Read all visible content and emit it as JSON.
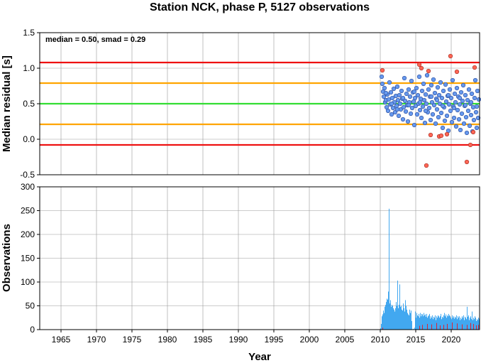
{
  "chart_data": [
    {
      "type": "scatter",
      "title": "Station NCK, phase P, 5127 observations",
      "xlabel": "",
      "ylabel": "Median residual [s]",
      "xlim": [
        1962,
        2024
      ],
      "ylim": [
        -0.5,
        1.5
      ],
      "yticks": [
        "-0.5",
        "0.0",
        "0.5",
        "1.0",
        "1.5"
      ],
      "annotation": "median = 0.50, smad = 0.29",
      "reference_lines": [
        {
          "y": 0.5,
          "color": "#33dd33",
          "role": "median"
        },
        {
          "y": 0.79,
          "color": "#ffa500",
          "role": "median + 1 smad"
        },
        {
          "y": 0.21,
          "color": "#ffa500",
          "role": "median - 1 smad"
        },
        {
          "y": 1.08,
          "color": "#ee1111",
          "role": "median + 2 smad"
        },
        {
          "y": -0.08,
          "color": "#ee1111",
          "role": "median - 2 smad"
        }
      ],
      "colors": {
        "inlier": "#6699ee",
        "outlier": "#ff6655"
      },
      "series": [
        {
          "values": [
            [
              2010.2,
              0.88
            ],
            [
              2010.3,
              0.78
            ],
            [
              2010.4,
              0.67
            ],
            [
              2010.5,
              0.6
            ],
            [
              2010.6,
              0.72
            ],
            [
              2010.7,
              0.52
            ],
            [
              2010.8,
              0.55
            ],
            [
              2010.9,
              0.45
            ],
            [
              2011.0,
              0.63
            ],
            [
              2011.1,
              0.4
            ],
            [
              2011.2,
              0.56
            ],
            [
              2011.3,
              0.8
            ],
            [
              2011.4,
              0.49
            ],
            [
              2011.5,
              0.66
            ],
            [
              2011.6,
              0.35
            ],
            [
              2011.7,
              0.58
            ],
            [
              2011.8,
              0.44
            ],
            [
              2011.9,
              0.71
            ],
            [
              2012.0,
              0.52
            ],
            [
              2012.1,
              0.38
            ],
            [
              2012.2,
              0.61
            ],
            [
              2012.3,
              0.47
            ],
            [
              2012.4,
              0.74
            ],
            [
              2012.5,
              0.55
            ],
            [
              2012.6,
              0.33
            ],
            [
              2012.7,
              0.62
            ],
            [
              2012.8,
              0.5
            ],
            [
              2012.9,
              0.42
            ],
            [
              2013.0,
              0.68
            ],
            [
              2013.1,
              0.57
            ],
            [
              2013.2,
              0.28
            ],
            [
              2013.3,
              0.45
            ],
            [
              2013.4,
              0.86
            ],
            [
              2013.5,
              0.54
            ],
            [
              2013.6,
              0.39
            ],
            [
              2013.7,
              0.64
            ],
            [
              2013.8,
              0.48
            ],
            [
              2013.9,
              0.25
            ],
            [
              2014.0,
              0.7
            ],
            [
              2014.1,
              0.52
            ],
            [
              2014.2,
              0.6
            ],
            [
              2014.3,
              0.36
            ],
            [
              2014.4,
              0.82
            ],
            [
              2014.5,
              0.44
            ],
            [
              2014.6,
              0.66
            ],
            [
              2014.7,
              0.53
            ],
            [
              2014.8,
              0.2
            ],
            [
              2014.9,
              0.58
            ],
            [
              2015.0,
              0.47
            ],
            [
              2015.1,
              0.72
            ],
            [
              2015.2,
              0.35
            ],
            [
              2015.3,
              0.62
            ],
            [
              2015.4,
              0.5
            ],
            [
              2015.5,
              0.88
            ],
            [
              2015.6,
              0.41
            ],
            [
              2015.7,
              0.57
            ],
            [
              2015.8,
              0.3
            ],
            [
              2015.9,
              0.68
            ],
            [
              2016.0,
              0.46
            ],
            [
              2016.1,
              0.78
            ],
            [
              2016.2,
              0.55
            ],
            [
              2016.3,
              0.23
            ],
            [
              2016.4,
              0.63
            ],
            [
              2016.5,
              0.5
            ],
            [
              2016.6,
              0.9
            ],
            [
              2016.7,
              0.38
            ],
            [
              2016.8,
              0.7
            ],
            [
              2016.9,
              0.44
            ],
            [
              2017.0,
              0.6
            ],
            [
              2017.1,
              0.27
            ],
            [
              2017.2,
              0.76
            ],
            [
              2017.3,
              0.52
            ],
            [
              2017.4,
              0.35
            ],
            [
              2017.5,
              0.84
            ],
            [
              2017.6,
              0.48
            ],
            [
              2017.7,
              0.65
            ],
            [
              2017.8,
              0.22
            ],
            [
              2017.9,
              0.57
            ],
            [
              2018.0,
              0.42
            ],
            [
              2018.1,
              0.73
            ],
            [
              2018.2,
              0.31
            ],
            [
              2018.3,
              0.62
            ],
            [
              2018.4,
              0.5
            ],
            [
              2018.5,
              0.8
            ],
            [
              2018.6,
              0.37
            ],
            [
              2018.7,
              0.58
            ],
            [
              2018.8,
              0.16
            ],
            [
              2018.9,
              0.68
            ],
            [
              2019.0,
              0.45
            ],
            [
              2019.1,
              0.26
            ],
            [
              2019.2,
              0.77
            ],
            [
              2019.3,
              0.53
            ],
            [
              2019.4,
              0.33
            ],
            [
              2019.5,
              0.61
            ],
            [
              2019.6,
              0.12
            ],
            [
              2019.7,
              0.49
            ],
            [
              2019.8,
              0.7
            ],
            [
              2019.9,
              0.4
            ],
            [
              2020.0,
              0.58
            ],
            [
              2020.1,
              0.24
            ],
            [
              2020.2,
              0.83
            ],
            [
              2020.3,
              0.46
            ],
            [
              2020.4,
              0.3
            ],
            [
              2020.5,
              0.64
            ],
            [
              2020.6,
              0.52
            ],
            [
              2020.7,
              0.18
            ],
            [
              2020.8,
              0.72
            ],
            [
              2020.9,
              0.41
            ],
            [
              2021.0,
              0.6
            ],
            [
              2021.1,
              0.28
            ],
            [
              2021.2,
              0.49
            ],
            [
              2021.3,
              0.13
            ],
            [
              2021.4,
              0.66
            ],
            [
              2021.5,
              0.36
            ],
            [
              2021.6,
              0.54
            ],
            [
              2021.7,
              0.76
            ],
            [
              2021.8,
              0.22
            ],
            [
              2021.9,
              0.47
            ],
            [
              2022.0,
              0.62
            ],
            [
              2022.1,
              0.31
            ],
            [
              2022.2,
              0.09
            ],
            [
              2022.3,
              0.55
            ],
            [
              2022.4,
              0.4
            ],
            [
              2022.5,
              0.7
            ],
            [
              2022.6,
              0.19
            ],
            [
              2022.7,
              0.5
            ],
            [
              2022.8,
              0.34
            ],
            [
              2022.9,
              0.64
            ],
            [
              2023.0,
              0.11
            ],
            [
              2023.1,
              0.45
            ],
            [
              2023.2,
              0.27
            ],
            [
              2023.3,
              0.58
            ],
            [
              2023.4,
              0.83
            ],
            [
              2023.5,
              0.38
            ],
            [
              2023.6,
              0.16
            ],
            [
              2023.7,
              0.68
            ],
            [
              2023.8,
              0.3
            ],
            [
              2023.9,
              0.56
            ],
            [
              2010.8,
              0.65
            ],
            [
              2011.6,
              0.5
            ],
            [
              2012.4,
              0.42
            ],
            [
              2013.2,
              0.58
            ],
            [
              2014.0,
              0.48
            ],
            [
              2014.8,
              0.67
            ],
            [
              2015.6,
              0.52
            ],
            [
              2016.4,
              0.4
            ],
            [
              2017.2,
              0.6
            ],
            [
              2018.0,
              0.55
            ],
            [
              2018.8,
              0.47
            ],
            [
              2019.6,
              0.62
            ],
            [
              2020.4,
              0.44
            ],
            [
              2021.2,
              0.58
            ],
            [
              2022.0,
              0.48
            ],
            [
              2022.8,
              0.52
            ],
            [
              2023.6,
              0.46
            ]
          ]
        },
        {
          "values": [
            [
              2010.3,
              0.97
            ],
            [
              2015.5,
              1.05
            ],
            [
              2015.8,
              1.0
            ],
            [
              2016.5,
              -0.37
            ],
            [
              2016.8,
              0.96
            ],
            [
              2017.1,
              0.06
            ],
            [
              2018.3,
              0.04
            ],
            [
              2018.6,
              0.05
            ],
            [
              2019.4,
              0.07
            ],
            [
              2019.9,
              1.17
            ],
            [
              2020.8,
              0.95
            ],
            [
              2022.2,
              -0.32
            ],
            [
              2022.7,
              -0.08
            ],
            [
              2023.1,
              0.1
            ],
            [
              2023.3,
              1.01
            ]
          ]
        }
      ]
    },
    {
      "type": "bar",
      "xlabel": "Year",
      "ylabel": "Observations",
      "xlim": [
        1962,
        2024
      ],
      "ylim": [
        0,
        300
      ],
      "yticks": [
        "0",
        "50",
        "100",
        "150",
        "200",
        "250",
        "300"
      ],
      "xticks": [
        "1965",
        "1970",
        "1975",
        "1980",
        "1985",
        "1990",
        "1995",
        "2000",
        "2005",
        "2010",
        "2015",
        "2020"
      ],
      "colors": {
        "bar": "#2299ee",
        "outlier_bar": "#dd2233"
      },
      "series": [
        {
          "x_start": 2010.0,
          "bin_width": 0.1,
          "values": [
            3,
            12,
            28,
            32,
            40,
            35,
            48,
            52,
            58,
            65,
            63,
            80,
            254,
            55,
            62,
            48,
            52,
            50,
            45,
            42,
            38,
            45,
            58,
            50,
            103,
            45,
            52,
            95,
            48,
            50,
            42,
            40,
            55,
            45,
            38,
            62,
            50,
            42,
            35,
            32,
            30,
            42,
            35,
            40,
            18,
            0,
            2,
            0,
            4,
            38,
            25,
            35,
            30,
            28,
            33,
            25,
            35,
            28,
            33,
            32,
            28,
            35,
            30,
            32,
            27,
            33,
            25,
            28,
            30,
            33,
            23,
            28,
            25,
            30,
            22,
            27,
            25,
            30,
            20,
            28,
            25,
            30,
            28,
            25,
            28,
            33,
            22,
            27,
            25,
            30,
            35,
            28,
            32,
            25,
            30,
            28,
            33,
            30,
            28,
            25,
            22,
            30,
            25,
            28,
            23,
            27,
            25,
            30,
            22,
            28,
            25,
            28,
            20,
            25,
            22,
            28,
            25,
            30,
            20,
            27,
            25,
            22,
            48,
            27,
            30,
            20,
            25,
            28,
            22,
            38,
            20,
            25,
            22,
            28,
            25,
            18,
            22,
            20,
            25,
            23
          ]
        },
        {
          "name": "outliers",
          "x": [
            2010.3,
            2015.5,
            2015.9,
            2016.6,
            2017.2,
            2017.9,
            2018.4,
            2018.9,
            2019.4,
            2020.1,
            2020.8,
            2021.5,
            2022.2,
            2022.7,
            2023.1,
            2023.5,
            2023.8
          ],
          "values": [
            4,
            8,
            10,
            12,
            11,
            14,
            9,
            10,
            12,
            15,
            13,
            11,
            10,
            14,
            12,
            9,
            10
          ]
        }
      ]
    }
  ]
}
